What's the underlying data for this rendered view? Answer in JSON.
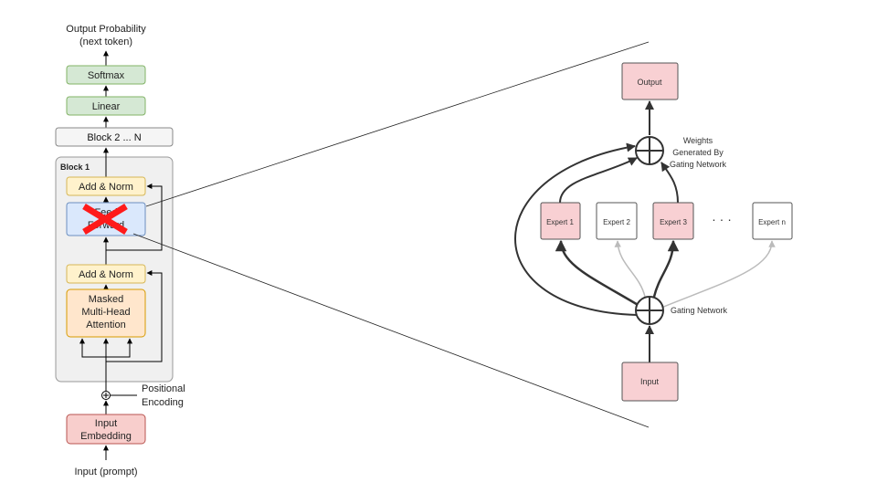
{
  "transformer": {
    "output_label_line1": "Output Probability",
    "output_label_line2": "(next token)",
    "softmax": "Softmax",
    "linear": "Linear",
    "blocks": "Block 2 ... N",
    "block1_title": "Block 1",
    "add_norm_top": "Add & Norm",
    "feed_forward_line1": "Feed",
    "feed_forward_line2": "Forward",
    "add_norm_bottom": "Add & Norm",
    "attention_line1": "Masked",
    "attention_line2": "Multi-Head",
    "attention_line3": "Attention",
    "positional_line1": "Positional",
    "positional_line2": "Encoding",
    "embedding_line1": "Input",
    "embedding_line2": "Embedding",
    "input_label": "Input (prompt)"
  },
  "moe": {
    "output": "Output",
    "weights_line1": "Weights",
    "weights_line2": "Generated By",
    "weights_line3": "Gating Network",
    "experts": [
      "Expert 1",
      "Expert 2",
      "Expert 3",
      "Expert n"
    ],
    "ellipsis": "· · ·",
    "gating_label": "Gating Network",
    "input": "Input"
  },
  "colors": {
    "green_fill": "#d5e8d4",
    "green_stroke": "#82b366",
    "yellow_fill": "#fff2cc",
    "yellow_stroke": "#d6b656",
    "blue_fill": "#dae8fc",
    "blue_stroke": "#6c8ebf",
    "orange_fill": "#ffe6cc",
    "orange_stroke": "#d79b00",
    "red_fill": "#f8cecc",
    "red_stroke": "#b85450",
    "pink_fill": "#f8d7da",
    "cross": "#ff0000",
    "gray_fill": "#f5f5f5"
  },
  "icons": [
    "red-x-icon",
    "plus-circle-icon"
  ]
}
